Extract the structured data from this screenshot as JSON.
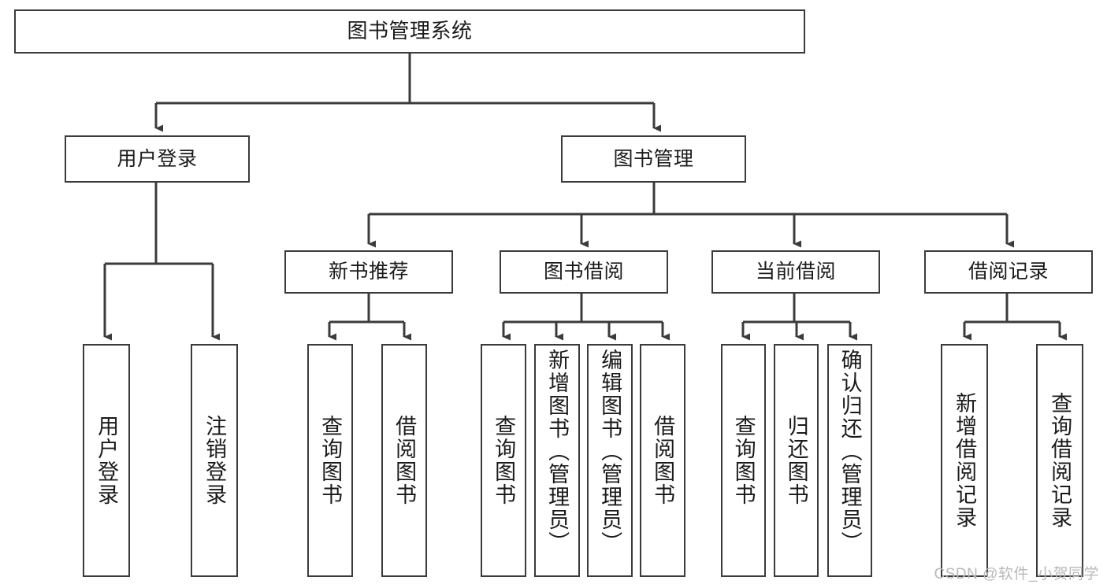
{
  "diagram": {
    "type": "tree",
    "title": "图书管理系统",
    "watermark": "CSDN @软件_小贺同学",
    "colors": {
      "box_border": "#3b3b3b",
      "box_fill": "#ffffff",
      "edge": "#3b3b3b",
      "text": "#1a1a1a",
      "watermark": "#b9b9b9"
    },
    "nodes": {
      "root": {
        "label": "图书管理系统"
      },
      "level1": [
        {
          "label": "用户登录"
        },
        {
          "label": "图书管理"
        }
      ],
      "categories": [
        {
          "label": "新书推荐"
        },
        {
          "label": "图书借阅"
        },
        {
          "label": "当前借阅"
        },
        {
          "label": "借阅记录"
        }
      ],
      "leaves": {
        "user_login": [
          {
            "label": "用户登录"
          },
          {
            "label": "注销登录"
          }
        ],
        "new_book_recommend": [
          {
            "label": "查询图书"
          },
          {
            "label": "借阅图书"
          }
        ],
        "book_borrow": [
          {
            "label": "查询图书"
          },
          {
            "label": "新增图书（管理员）"
          },
          {
            "label": "编辑图书（管理员）"
          },
          {
            "label": "借阅图书"
          }
        ],
        "current_borrow": [
          {
            "label": "查询图书"
          },
          {
            "label": "归还图书"
          },
          {
            "label": "确认归还（管理员）"
          }
        ],
        "borrow_record": [
          {
            "label": "新增借阅记录"
          },
          {
            "label": "查询借阅记录"
          }
        ]
      }
    }
  }
}
